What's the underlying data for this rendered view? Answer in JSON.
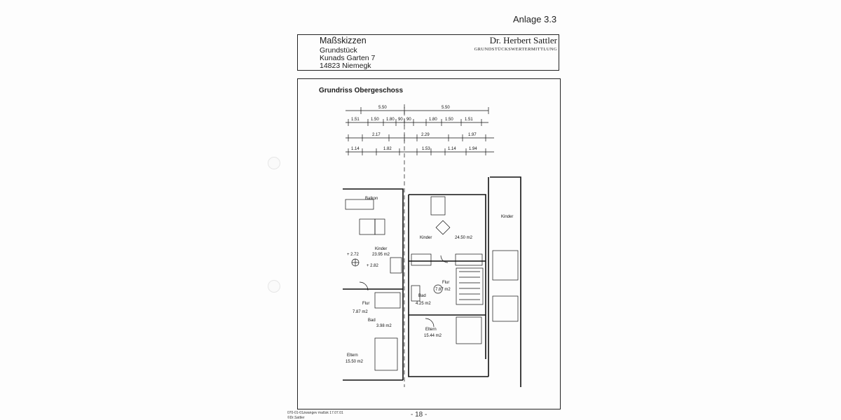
{
  "annex_label": "Anlage 3.3",
  "header": {
    "title": "Maßskizzen",
    "line1": "Grundstück",
    "line2": "Kunads Garten 7",
    "line3": "14823 Niemegk",
    "author": "Dr. Herbert Sattler",
    "author_sub": "GRUNDSTÜCKSWERTERMITTLUNG"
  },
  "plan": {
    "title": "Grundriss Obergeschoss",
    "dim_row1": [
      "5.50",
      "5.50"
    ],
    "dim_row2": [
      "1.51",
      "1.50",
      "1.80",
      "90",
      "90",
      "1.80",
      "1.50",
      "1.51"
    ],
    "dim_row3": [
      "2.17",
      "2.29",
      "1.97"
    ],
    "dim_row4": [
      "1.14",
      "1.82",
      "1.53",
      "1.14",
      "1.94"
    ],
    "rooms": [
      {
        "name": "Balkon"
      },
      {
        "name": "Kinder",
        "area": "23.95 m2"
      },
      {
        "name": "Kinder",
        "area": "24.50 m2"
      },
      {
        "name": "Kinder"
      },
      {
        "name": "Flur",
        "area": "7.87 m2"
      },
      {
        "name": "Flur",
        "area": "7.87 m2"
      },
      {
        "name": "Bad",
        "area": "3.98 m2"
      },
      {
        "name": "Bad",
        "area": "4.25 m2"
      },
      {
        "name": "Eltern",
        "area": "15.44 m2"
      },
      {
        "name": "Eltern",
        "area": "15.50 m2"
      }
    ],
    "levels": [
      "+ 2.72",
      "+ 2.82"
    ]
  },
  "footer": {
    "file_ref": "070-01-01zwangev  maßsk  17.07.01",
    "copyright": "©Dr.Sattler",
    "page": "- 18 -"
  }
}
